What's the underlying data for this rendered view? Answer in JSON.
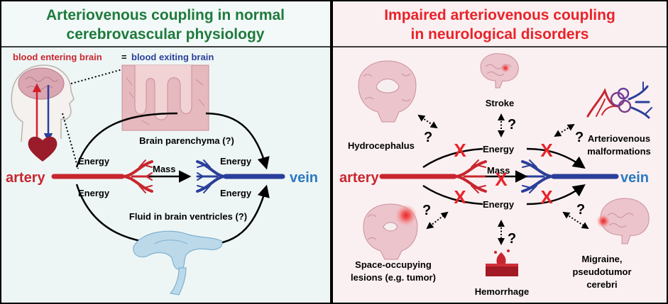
{
  "left_panel": {
    "title_line1": "Arteriovenous coupling in normal",
    "title_line2": "cerebrovascular physiology",
    "equation": {
      "entering": "blood entering brain",
      "equals": "=",
      "exiting": "blood exiting brain"
    },
    "brain_parenchyma": "Brain parenchyma (?)",
    "fluid_ventricles": "Fluid in brain ventricles (?)",
    "energy_label": "Energy",
    "mass_label": "Mass",
    "artery_label": "artery",
    "vein_label": "vein"
  },
  "right_panel": {
    "title_line1": "Impaired arteriovenous coupling",
    "title_line2": "in neurological disorders",
    "stroke": "Stroke",
    "hydrocephalus": "Hydrocephalus",
    "avm_line1": "Arteriovenous",
    "avm_line2": "malformations",
    "space_line1": "Space-occupying",
    "space_line2": "lesions (e.g. tumor)",
    "hemorrhage": "Hemorrhage",
    "migraine_line1": "Migraine,",
    "migraine_line2": "pseudotumor",
    "migraine_line3": "cerebri",
    "energy_label": "Energy",
    "mass_label": "Mass",
    "artery_label": "artery",
    "vein_label": "vein",
    "question_mark": "?",
    "cross_mark": "X"
  },
  "colors": {
    "left_title": "#1e7a3c",
    "right_title": "#e8232a",
    "artery": "#c8262f",
    "vein": "#2a3f9a",
    "vein_label": "#2a79c2",
    "left_bg": "#eef6f5",
    "right_bg": "#fbf0f1",
    "cross": "#e8232a"
  }
}
